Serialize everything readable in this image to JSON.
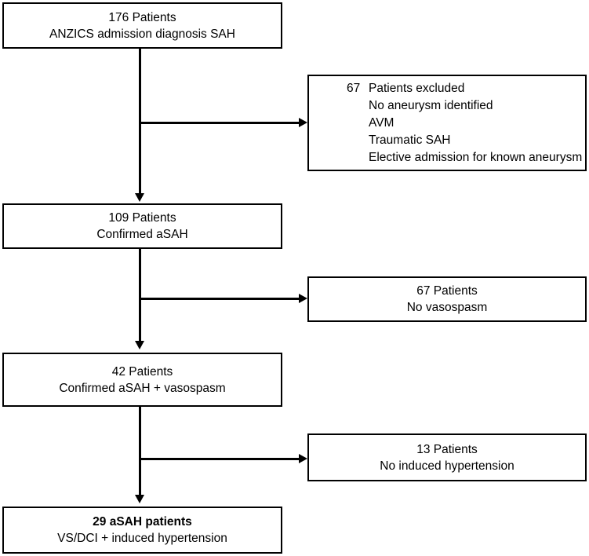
{
  "diagram": {
    "type": "patient-flow-chart",
    "nodes": [
      {
        "id": "enrolled",
        "lines": [
          {
            "text": "176 Patients",
            "bold": false
          },
          {
            "text": "ANZICS admission diagnosis SAH",
            "bold": false
          }
        ]
      },
      {
        "id": "excluded-1",
        "count": "67",
        "lines": [
          {
            "text": "Patients excluded",
            "bold": false
          },
          {
            "text": "No aneurysm identified",
            "bold": false
          },
          {
            "text": "AVM",
            "bold": false
          },
          {
            "text": "Traumatic SAH",
            "bold": false
          },
          {
            "text": "Elective admission for known aneurysm",
            "bold": false
          }
        ]
      },
      {
        "id": "confirmed-asah",
        "lines": [
          {
            "text": "109 Patients",
            "bold": false
          },
          {
            "text": "Confirmed aSAH",
            "bold": false
          }
        ]
      },
      {
        "id": "excluded-2",
        "lines": [
          {
            "text": "67 Patients",
            "bold": false
          },
          {
            "text": "No vasospasm",
            "bold": false
          }
        ]
      },
      {
        "id": "asah-vasospasm",
        "lines": [
          {
            "text": "42 Patients",
            "bold": false
          },
          {
            "text": "Confirmed aSAH + vasospasm",
            "bold": false
          }
        ]
      },
      {
        "id": "excluded-3",
        "lines": [
          {
            "text": "13 Patients",
            "bold": false
          },
          {
            "text": "No induced hypertension",
            "bold": false
          }
        ]
      },
      {
        "id": "final-cohort",
        "lines": [
          {
            "text": "29 aSAH patients",
            "bold": true
          },
          {
            "text": "VS/DCI + induced hypertension",
            "bold": false
          }
        ]
      }
    ],
    "colors": {
      "stroke": "#000000",
      "fill": "#ffffff",
      "text": "#000000"
    }
  }
}
